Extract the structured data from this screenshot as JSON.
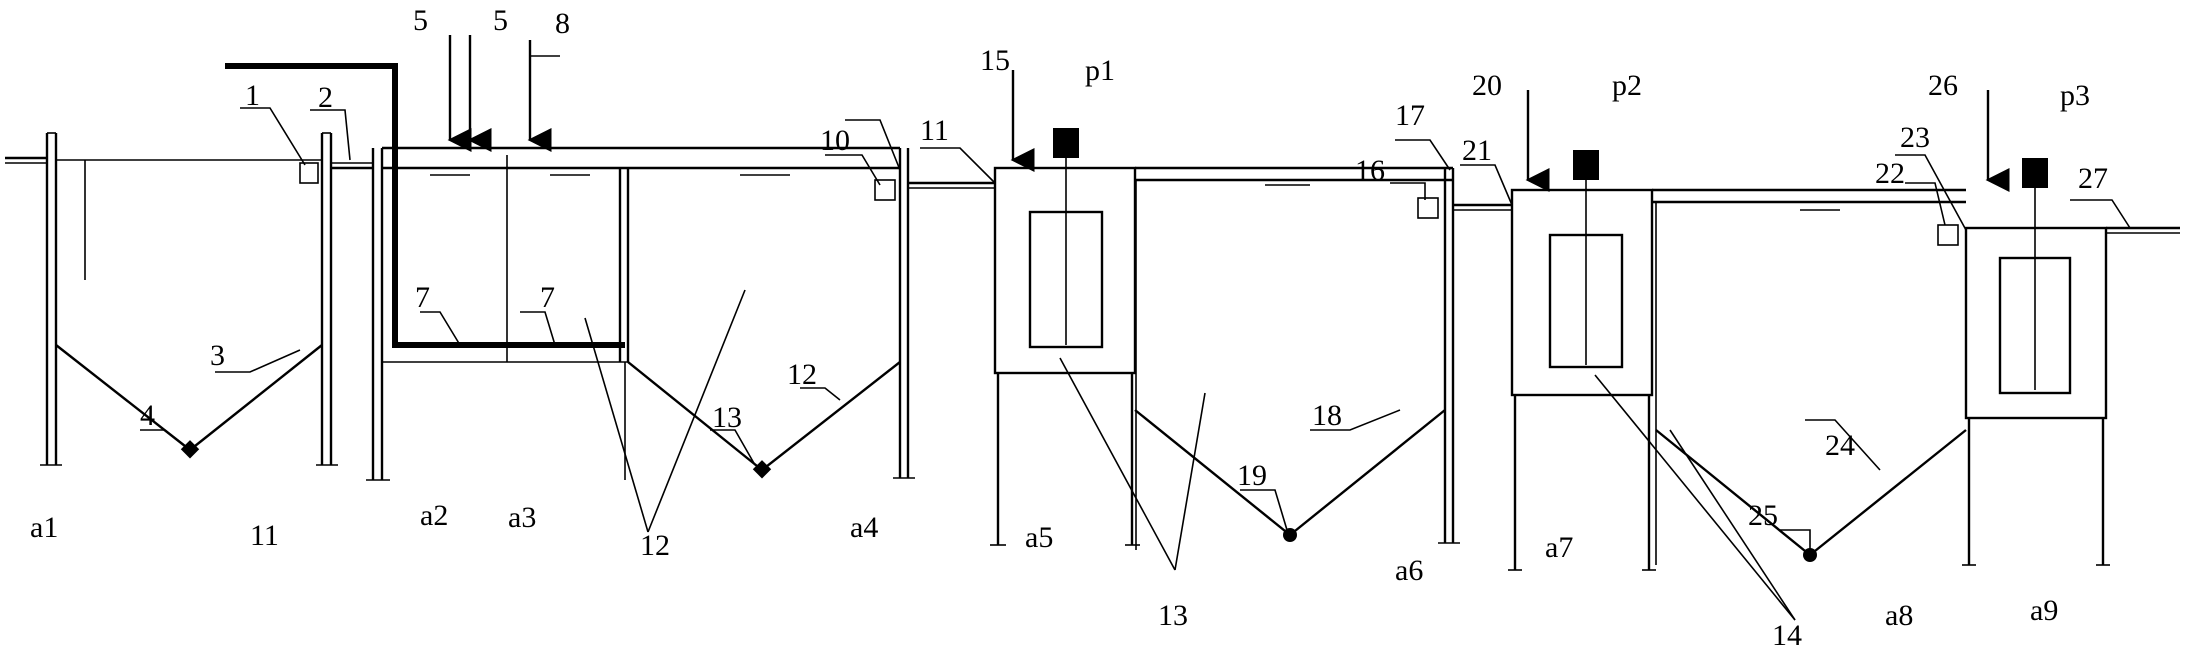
{
  "labels": {
    "n1": "1",
    "n2": "2",
    "n3": "3",
    "n4": "4",
    "n5a": "5",
    "n5b": "5",
    "n7a": "7",
    "n7b": "7",
    "n8": "8",
    "n10": "10",
    "n11a": "11",
    "n11b": "11",
    "n12a": "12",
    "n12b": "12",
    "n13a": "13",
    "n13b": "13",
    "n14": "14",
    "n15": "15",
    "n16": "16",
    "n17": "17",
    "n18": "18",
    "n19": "19",
    "n20": "20",
    "n21": "21",
    "n22": "22",
    "n23": "23",
    "n24": "24",
    "n25": "25",
    "n26": "26",
    "n27": "27",
    "p1": "p1",
    "p2": "p2",
    "p3": "p3",
    "a1": "a1",
    "a2": "a2",
    "a3": "a3",
    "a4": "a4",
    "a5": "a5",
    "a6": "a6",
    "a7": "a7",
    "a8": "a8",
    "a9": "a9"
  }
}
